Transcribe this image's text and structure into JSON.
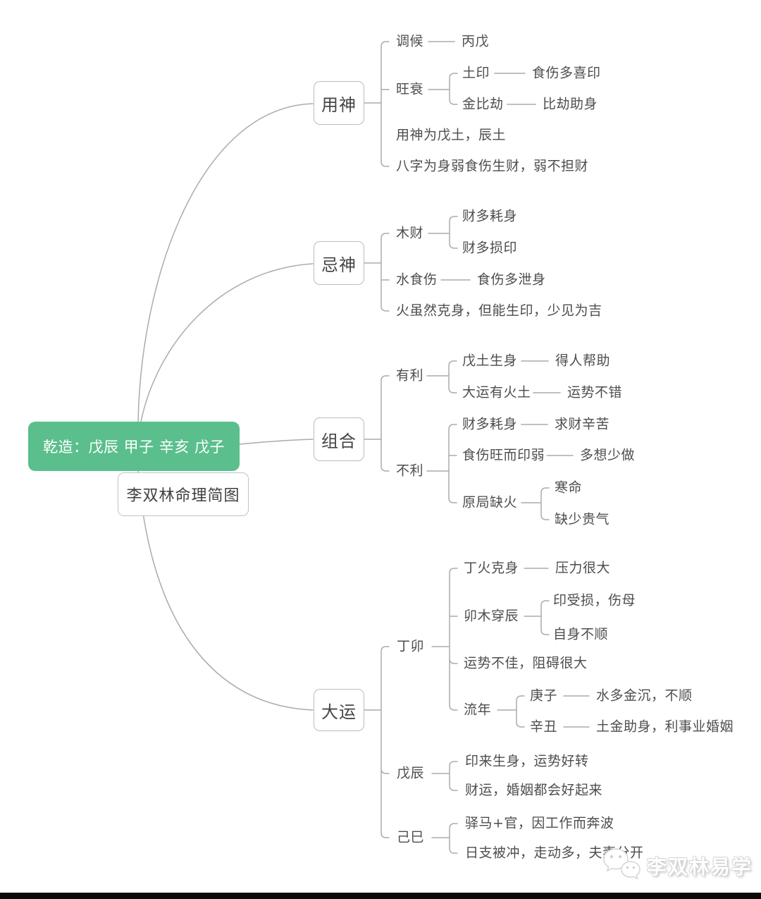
{
  "mindmap": {
    "root": "乾造：戊辰 甲子 辛亥 戊子",
    "title": "李双林命理简图",
    "colors": {
      "root_bg": "#5abf8c",
      "line": "#ababab",
      "text": "#4d4d4d"
    },
    "branches": [
      {
        "label": "用神",
        "children": [
          {
            "label": "调候",
            "children": [
              {
                "label": "丙戊"
              }
            ]
          },
          {
            "label": "旺衰",
            "children": [
              {
                "label": "土印",
                "children": [
                  {
                    "label": "食伤多喜印"
                  }
                ]
              },
              {
                "label": "金比劫",
                "children": [
                  {
                    "label": "比劫助身"
                  }
                ]
              }
            ]
          },
          {
            "label": "用神为戊土，辰土"
          },
          {
            "label": "八字为身弱食伤生财，弱不担财"
          }
        ]
      },
      {
        "label": "忌神",
        "children": [
          {
            "label": "木财",
            "children": [
              {
                "label": "财多耗身"
              },
              {
                "label": "财多损印"
              }
            ]
          },
          {
            "label": "水食伤",
            "children": [
              {
                "label": "食伤多泄身"
              }
            ]
          },
          {
            "label": "火虽然克身，但能生印，少见为吉"
          }
        ]
      },
      {
        "label": "组合",
        "children": [
          {
            "label": "有利",
            "children": [
              {
                "label": "戊土生身",
                "children": [
                  {
                    "label": "得人帮助"
                  }
                ]
              },
              {
                "label": "大运有火土",
                "children": [
                  {
                    "label": "运势不错"
                  }
                ]
              }
            ]
          },
          {
            "label": "不利",
            "children": [
              {
                "label": "财多耗身",
                "children": [
                  {
                    "label": "求财辛苦"
                  }
                ]
              },
              {
                "label": "食伤旺而印弱",
                "children": [
                  {
                    "label": "多想少做"
                  }
                ]
              },
              {
                "label": "原局缺火",
                "children": [
                  {
                    "label": "寒命"
                  },
                  {
                    "label": "缺少贵气"
                  }
                ]
              }
            ]
          }
        ]
      },
      {
        "label": "大运",
        "children": [
          {
            "label": "丁卯",
            "children": [
              {
                "label": "丁火克身",
                "children": [
                  {
                    "label": "压力很大"
                  }
                ]
              },
              {
                "label": "卯木穿辰",
                "children": [
                  {
                    "label": "印受损，伤母"
                  },
                  {
                    "label": "自身不顺"
                  }
                ]
              },
              {
                "label": "运势不佳，阻碍很大"
              },
              {
                "label": "流年",
                "children": [
                  {
                    "label": "庚子",
                    "children": [
                      {
                        "label": "水多金沉，不顺"
                      }
                    ]
                  },
                  {
                    "label": "辛丑",
                    "children": [
                      {
                        "label": "土金助身，利事业婚姻"
                      }
                    ]
                  }
                ]
              }
            ]
          },
          {
            "label": "戊辰",
            "children": [
              {
                "label": "印来生身，运势好转"
              },
              {
                "label": "财运，婚姻都会好起来"
              }
            ]
          },
          {
            "label": "己巳",
            "children": [
              {
                "label": "驿马+官，因工作而奔波"
              },
              {
                "label": "日支被冲，走动多，夫妻分开"
              }
            ]
          }
        ]
      }
    ]
  },
  "watermark": {
    "icon": "wechat-bubbles-icon",
    "label": "李双林易学"
  }
}
